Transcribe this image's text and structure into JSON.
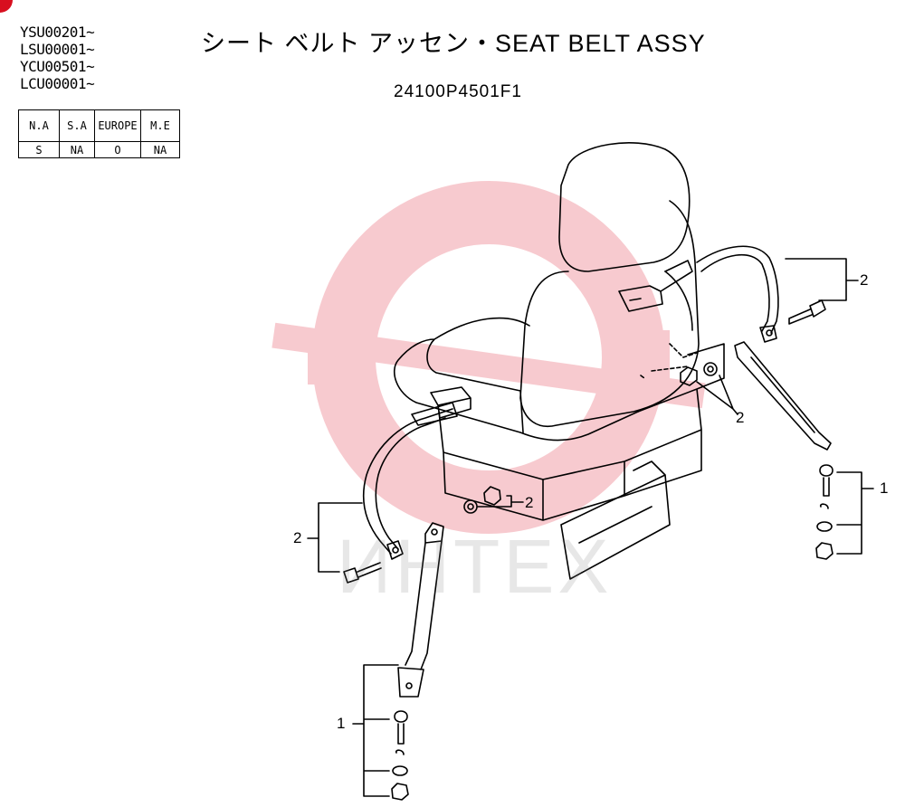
{
  "header": {
    "serials": [
      "YSU00201~",
      "LSU00001~",
      "YCU00501~",
      "LCU00001~"
    ],
    "title": "シート ベルト アッセン・SEAT BELT ASSY",
    "part_number": "24100P4501F1"
  },
  "market_table": {
    "headers": [
      "N.A",
      "S.A",
      "EUROPE",
      "M.E"
    ],
    "values": [
      "S",
      "NA",
      "O",
      "NA"
    ]
  },
  "callouts": {
    "top_right_bolt": "2",
    "washer_nut_right": "2",
    "nut_washer_center": "2",
    "left_bolt": "2",
    "right_anchor_kit": "1",
    "left_anchor_kit": "1"
  },
  "watermark": {
    "text": "ИНТЕХ",
    "color": "#f2a0a8"
  },
  "colors": {
    "line": "#000000",
    "brand_red": "#d80f1f"
  }
}
